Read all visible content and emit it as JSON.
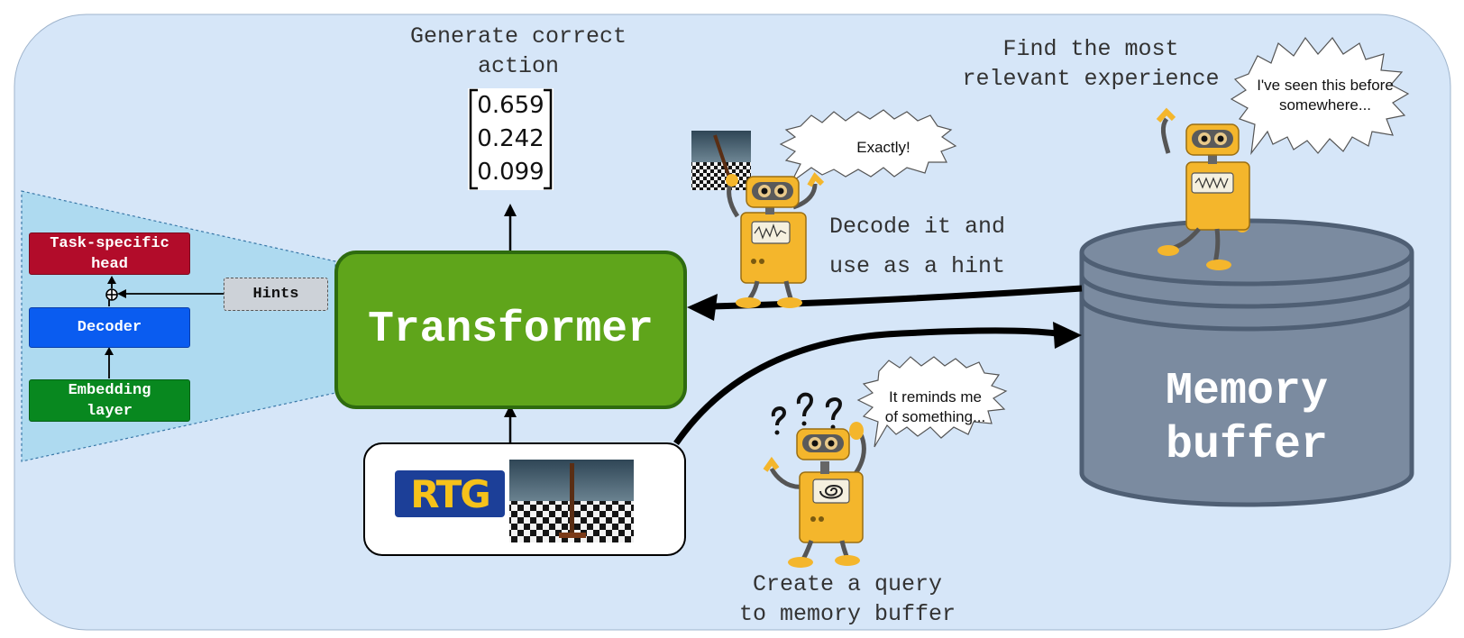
{
  "colors": {
    "background": "#d6e6f8",
    "funnel": "#aedaf0",
    "transformer_green": "#5fa51b",
    "head_red": "#b20c2a",
    "decoder_blue": "#0a5cf0",
    "embedding_green": "#08881f",
    "hints_gray": "#cdd2d8",
    "cylinder": "#7b8ba0",
    "robot_yellow": "#f4b62c"
  },
  "labels": {
    "generate_action": [
      "Generate correct",
      "action"
    ],
    "find_experience": [
      "Find the most",
      "relevant experience"
    ],
    "decode_hint": [
      "Decode it and",
      "use as a hint"
    ],
    "create_query": [
      "Create a query",
      "to memory buffer"
    ]
  },
  "action_vector": [
    "0.659",
    "0.242",
    "0.099"
  ],
  "blocks": {
    "transformer": "Transformer",
    "memory_buffer": [
      "Memory",
      "buffer"
    ],
    "task_head": [
      "Task-specific",
      "head"
    ],
    "decoder": "Decoder",
    "embedding": [
      "Embedding",
      "layer"
    ],
    "hints": "Hints",
    "rtg_logo": "RTG"
  },
  "bubbles": {
    "seen_before": [
      "I've seen this before",
      "somewhere..."
    ],
    "exactly": "Exactly!",
    "reminds_me": [
      "It reminds me",
      "of something..."
    ]
  },
  "icons": [
    "robot-icon",
    "question-mark-icon",
    "spiral-icon",
    "oscilloscope-icon",
    "cartpole-icon",
    "speech-bubble-icon"
  ]
}
